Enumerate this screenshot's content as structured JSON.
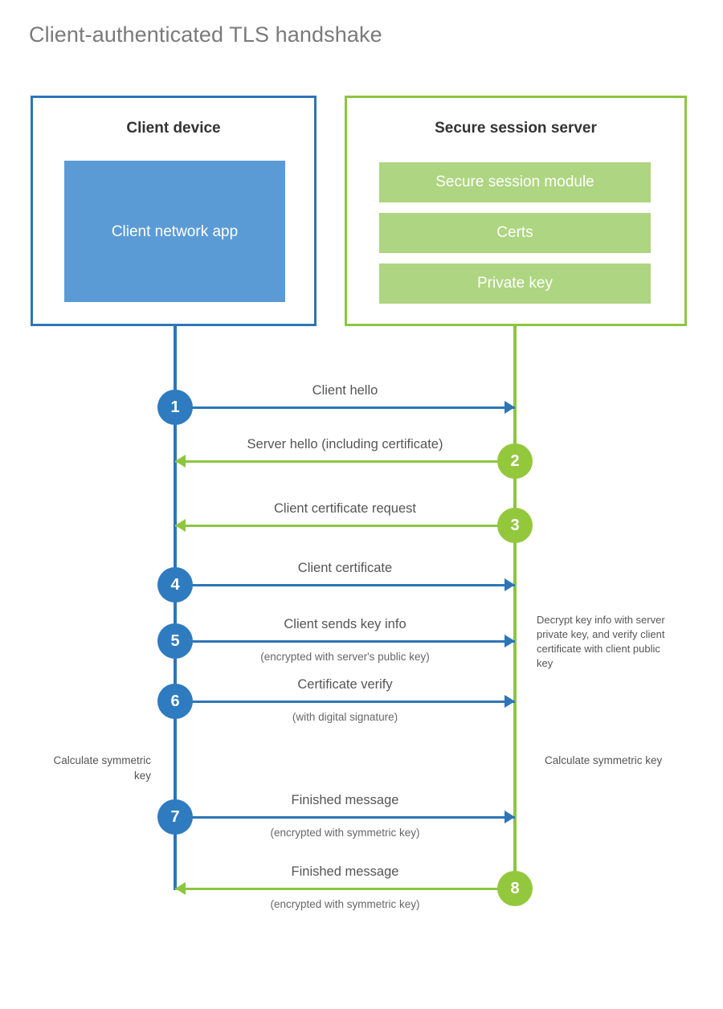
{
  "title": "Client-authenticated TLS handshake",
  "colors": {
    "client_blue": "#2E75B6",
    "client_app_fill": "#5B9BD5",
    "server_green": "#8CC63F",
    "server_bar_fill": "#AED581",
    "step_blue": "#2E7BBF",
    "step_green": "#93C83D",
    "title_gray": "#7a7a7a"
  },
  "actors": {
    "client": {
      "title": "Client device",
      "app_label": "Client network app"
    },
    "server": {
      "title": "Secure session server",
      "components": [
        "Secure session module",
        "Certs",
        "Private key"
      ]
    }
  },
  "messages": [
    {
      "step": "1",
      "label": "Client hello",
      "sublabel": "",
      "from": "client",
      "to": "server",
      "direction": "right",
      "color": "blue"
    },
    {
      "step": "2",
      "label": "Server hello (including certificate)",
      "sublabel": "",
      "from": "server",
      "to": "client",
      "direction": "left",
      "color": "green"
    },
    {
      "step": "3",
      "label": "Client certificate request",
      "sublabel": "",
      "from": "server",
      "to": "client",
      "direction": "left",
      "color": "green"
    },
    {
      "step": "4",
      "label": "Client certificate",
      "sublabel": "",
      "from": "client",
      "to": "server",
      "direction": "right",
      "color": "blue"
    },
    {
      "step": "5",
      "label": "Client sends key info",
      "sublabel": "(encrypted with server's public key)",
      "from": "client",
      "to": "server",
      "direction": "right",
      "color": "blue"
    },
    {
      "step": "6",
      "label": "Certificate verify",
      "sublabel": "(with digital signature)",
      "from": "client",
      "to": "server",
      "direction": "right",
      "color": "blue"
    },
    {
      "step": "7",
      "label": "Finished message",
      "sublabel": "(encrypted with symmetric key)",
      "from": "client",
      "to": "server",
      "direction": "right",
      "color": "blue"
    },
    {
      "step": "8",
      "label": "Finished message",
      "sublabel": "(encrypted with symmetric key)",
      "from": "server",
      "to": "client",
      "direction": "left",
      "color": "green"
    }
  ],
  "notes": {
    "server_decrypt": "Decrypt key info with server private key, and verify client certificate with client public key",
    "client_symmetric_key": "Calculate symmetric key",
    "server_symmetric_key": "Calculate symmetric key"
  }
}
